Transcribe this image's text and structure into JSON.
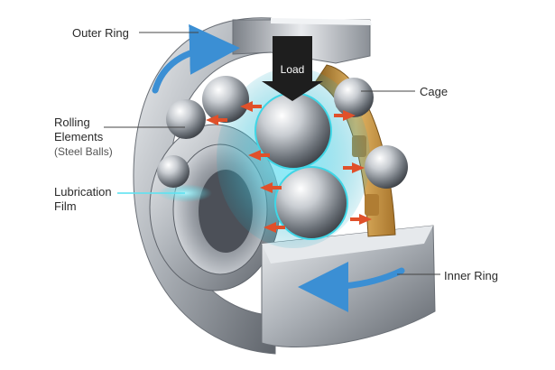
{
  "labels": {
    "outer_ring": "Outer Ring",
    "cage": "Cage",
    "rolling_line1": "Rolling",
    "rolling_line2": "Elements",
    "rolling_sub": "(Steel Balls)",
    "lube_line1": "Lubrication",
    "lube_line2": "Film",
    "inner_ring": "Inner Ring",
    "load": "Load"
  },
  "colors": {
    "steel": "#b9bdc2",
    "steel_dark": "#6c7178",
    "cage_bronze": "#c8963a",
    "lubricant": "#3fd6e6",
    "rotation_arrow": "#3b8fd4",
    "force_arrow": "#e0502a",
    "load_arrow": "#1e1e1e"
  }
}
